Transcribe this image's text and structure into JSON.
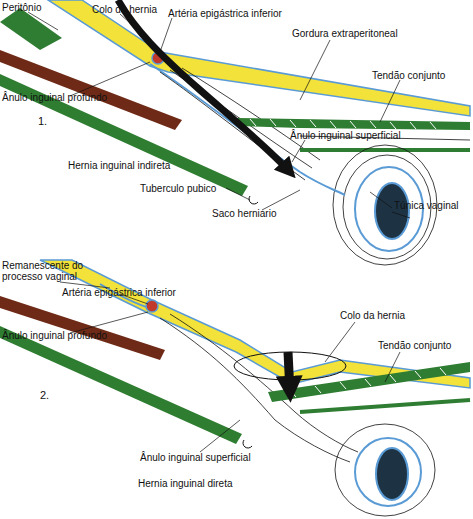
{
  "diagram": {
    "labels": [
      "Peritônio",
      "Colo da hernia",
      "Artéria epigástrica inferior",
      "Gordura extraperitoneal",
      "Ânulo inguinal profundo",
      "Tendão conjunto",
      "1.",
      "Ânulo inguinal superficial",
      "Hernia inguinal indireta",
      "Tuberculo pubico",
      "Saco herniario",
      "Túnica vaginal",
      "Remanescente do processo vaginal",
      "Artéria epigástrica inferior",
      "Ânulo inguinal profundo",
      "Colo da hernia",
      "Tendão conjunto",
      "2.",
      "Ânulo inguinal superficial",
      "Hernia inguinal direta"
    ]
  }
}
